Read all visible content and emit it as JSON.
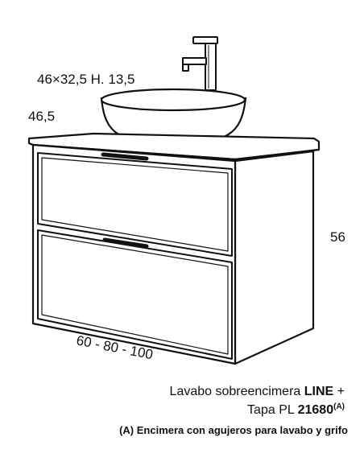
{
  "dimensions": {
    "basin": "46×32,5 H. 13,5",
    "depth": "46,5",
    "height": "56",
    "widths": "60 - 80 - 100"
  },
  "caption": {
    "line1_prefix": "Lavabo sobreencimera ",
    "line1_bold": "LINE",
    "line1_suffix": " +",
    "line2_prefix": "Tapa PL ",
    "line2_bold": "21680",
    "line2_sup": "(A)",
    "note": "(A) Encimera con agujeros para lavabo y grifo"
  },
  "colors": {
    "stroke": "#111111",
    "background": "#ffffff"
  }
}
